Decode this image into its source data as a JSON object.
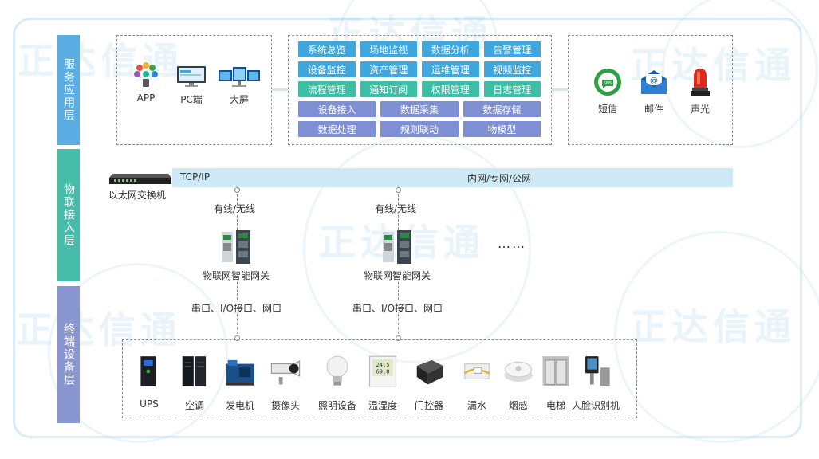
{
  "watermark": "正达信通",
  "layers": {
    "service": "服务应用层",
    "access": "物联接入层",
    "terminal": "终端设备层"
  },
  "clients": [
    {
      "label": "APP",
      "icon": "app-icon"
    },
    {
      "label": "PC端",
      "icon": "pc-icon"
    },
    {
      "label": "大屏",
      "icon": "big-screen-icon"
    }
  ],
  "functions": [
    [
      "系统总览",
      "场地监视",
      "数据分析",
      "告警管理"
    ],
    [
      "设备监控",
      "资产管理",
      "运维管理",
      "视频监控"
    ],
    [
      "流程管理",
      "通知订阅",
      "权限管理",
      "日志管理"
    ],
    [
      "设备接入",
      "数据采集",
      "数据存储"
    ],
    [
      "数据处理",
      "规则联动",
      "物模型"
    ]
  ],
  "alerts": [
    {
      "label": "短信",
      "icon": "sms-icon"
    },
    {
      "label": "邮件",
      "icon": "mail-icon"
    },
    {
      "label": "声光",
      "icon": "alarm-light-icon"
    }
  ],
  "network": {
    "switch_label": "以太网交换机",
    "protocol": "TCP/IP",
    "nets": "内网/专网/公网",
    "link": "有线/无线",
    "gateway": "物联网智能网关",
    "ports": "串口、I/O接口、网口",
    "ellipsis": "……"
  },
  "devices": [
    {
      "label": "UPS",
      "icon": "ups-icon"
    },
    {
      "label": "空调",
      "icon": "air-conditioner-icon"
    },
    {
      "label": "发电机",
      "icon": "generator-icon"
    },
    {
      "label": "摄像头",
      "icon": "camera-icon"
    },
    {
      "label": "照明设备",
      "icon": "bulb-icon"
    },
    {
      "label": "温湿度",
      "icon": "thermo-hygrometer-icon"
    },
    {
      "label": "门控器",
      "icon": "door-controller-icon"
    },
    {
      "label": "漏水",
      "icon": "water-leak-icon"
    },
    {
      "label": "烟感",
      "icon": "smoke-detector-icon"
    },
    {
      "label": "电梯",
      "icon": "elevator-icon"
    },
    {
      "label": "人脸识别机",
      "icon": "face-recognition-icon"
    }
  ],
  "colors": {
    "service": "#5aaee3",
    "access": "#46bca9",
    "terminal": "#8a96d2",
    "btn_blue": "#3fa6de",
    "btn_teal": "#3bbda6",
    "btn_purple": "#7e8fd3",
    "bar": "#cde9f6"
  }
}
